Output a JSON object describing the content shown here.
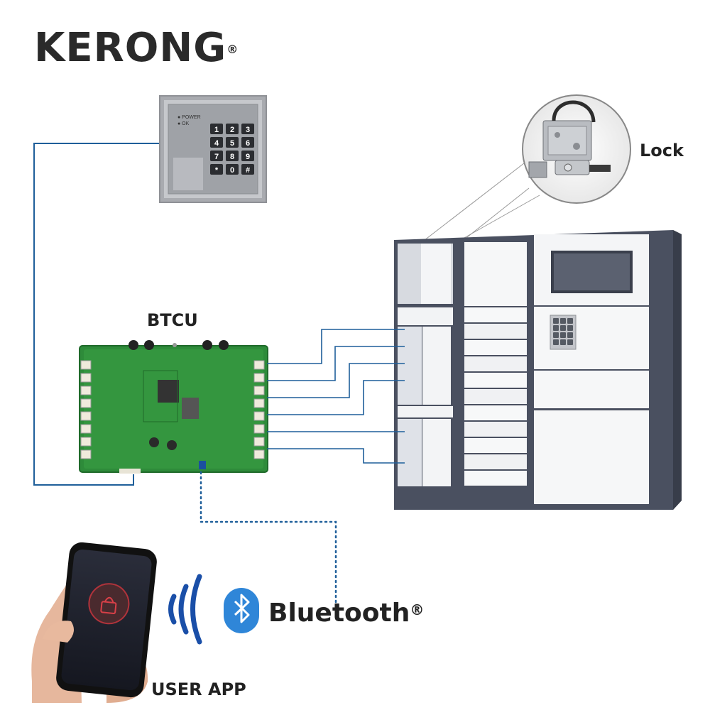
{
  "brand": {
    "name": "KERONG",
    "registered_mark": "®"
  },
  "labels": {
    "controller": "BTCU",
    "lock": "Lock",
    "app": "USER APP",
    "bluetooth": "Bluetooth",
    "bluetooth_mark": "®"
  },
  "keypad": {
    "indicators": [
      "● POWER",
      "● OK"
    ],
    "keys": [
      "1",
      "2",
      "3",
      "4",
      "5",
      "6",
      "7",
      "8",
      "9",
      "*",
      "0",
      "#"
    ]
  },
  "colors": {
    "wire": "#1f5f9a",
    "board": "#2e8b3a",
    "cabinet_frame": "#4a5060",
    "bluetooth_badge": "#2f86d8"
  }
}
